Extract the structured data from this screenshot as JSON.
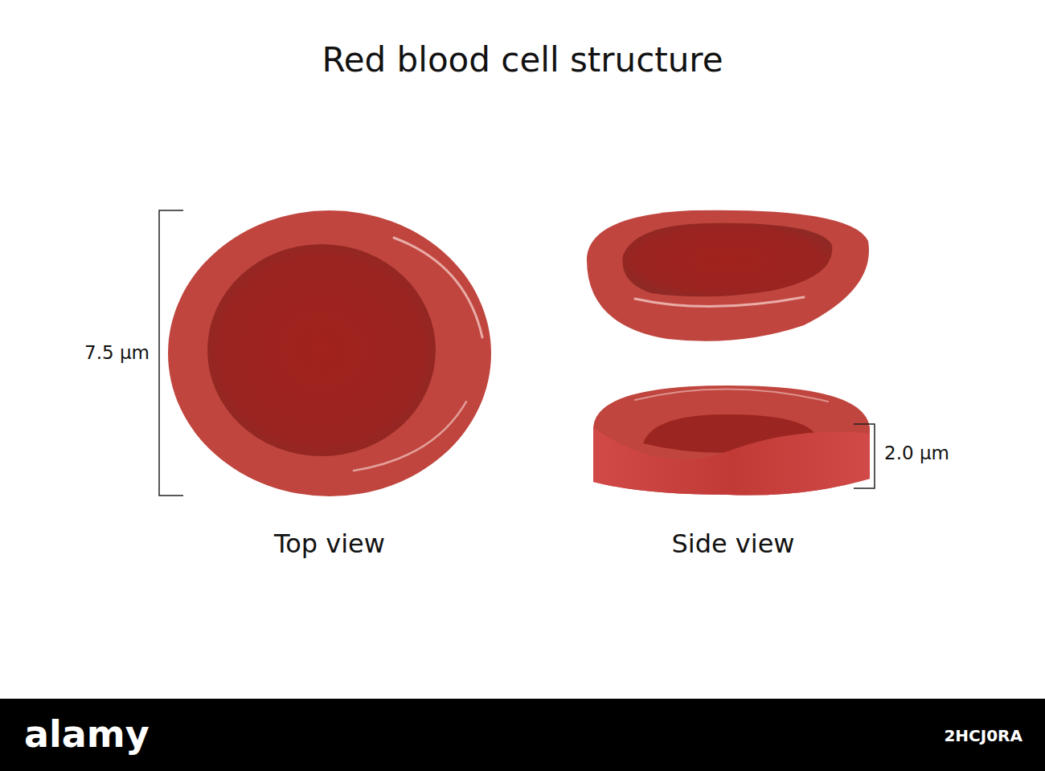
{
  "diagram": {
    "title": "Red blood cell structure",
    "labels": [
      "7.5 µm",
      "2.0 µm",
      "Top view",
      "Side view",
      "alamy",
      "2HCJ0RA"
    ]
  }
}
